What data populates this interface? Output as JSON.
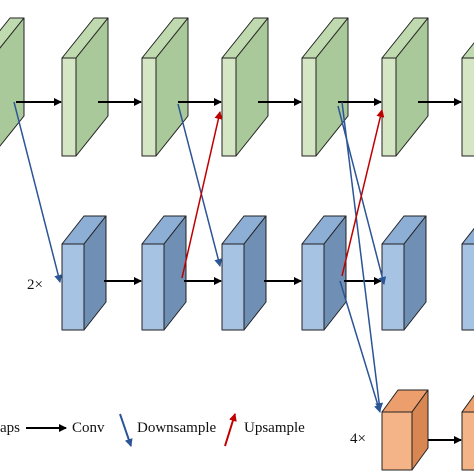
{
  "colors": {
    "green_front": "#d4e6c4",
    "green_side": "#a9c99a",
    "green_top": "#c0dab0",
    "blue_front": "#a6c3e3",
    "blue_side": "#6f8fb4",
    "blue_top": "#8daed5",
    "orange_front": "#f5b488",
    "orange_side": "#d88753",
    "orange_top": "#ec9f6c",
    "outline": "#222222",
    "conv_arrow": "#000000",
    "downsample_arrow": "#2c5597",
    "upsample_arrow": "#c00000"
  },
  "scale_labels": {
    "row2": "2×",
    "row3": "4×"
  },
  "legend": {
    "feature_maps_partial": "aps",
    "conv": "Conv",
    "downsample": "Downsample",
    "upsample": "Upsample"
  }
}
